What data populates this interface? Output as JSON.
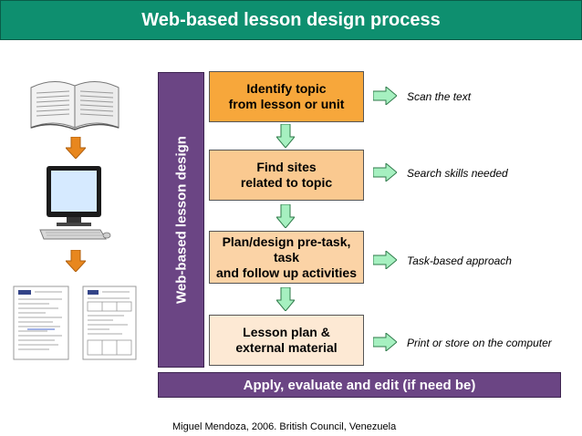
{
  "title": "Web-based lesson design process",
  "sidebar_label": "Web-based lesson design",
  "steps": [
    {
      "label": "Identify topic\nfrom lesson or unit",
      "note": "Scan the text"
    },
    {
      "label": "Find sites\nrelated to topic",
      "note": "Search skills needed"
    },
    {
      "label": "Plan/design pre-task,\ntask\nand follow up activities",
      "note": "Task-based approach"
    },
    {
      "label": "Lesson plan &\nexternal material",
      "note": "Print or store on the computer"
    }
  ],
  "footer_bar": "Apply, evaluate and edit (if need be)",
  "credit": "Miguel Mendoza, 2006. British Council, Venezuela",
  "colors": {
    "banner": "#0e8f6f",
    "purple": "#6b4584",
    "step1": "#f7a73b",
    "step2": "#fac990",
    "step3": "#fbd3a6",
    "step4": "#fde9d4",
    "arrow_green": "#a6f0c0",
    "arrow_orange": "#e8871e"
  },
  "icons": [
    "book-icon",
    "computer-icon",
    "document-icon"
  ]
}
